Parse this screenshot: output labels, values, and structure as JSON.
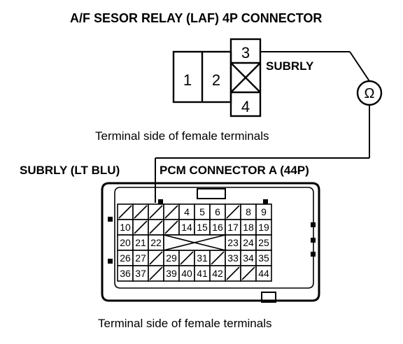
{
  "title": "A/F SESOR RELAY (LAF) 4P CONNECTOR",
  "laf_connector": {
    "pins": [
      "1",
      "2",
      "3",
      "4"
    ],
    "probe_label": "SUBRLY",
    "caption": "Terminal side of female terminals"
  },
  "meter": {
    "symbol": "Ω"
  },
  "pcm_connector": {
    "wire_label": "SUBRLY (LT BLU)",
    "title": "PCM CONNECTOR A (44P)",
    "caption": "Terminal side of female terminals",
    "rows": [
      [
        "",
        "",
        "",
        "",
        "4",
        "5",
        "6",
        "",
        "8",
        "9"
      ],
      [
        "10",
        "",
        "",
        "",
        "14",
        "15",
        "16",
        "17",
        "18",
        "19"
      ],
      [
        "20",
        "21",
        "22",
        "",
        "",
        "",
        "",
        "23",
        "24",
        "25"
      ],
      [
        "26",
        "27",
        "",
        "29",
        "",
        "31",
        "",
        "33",
        "34",
        "35"
      ],
      [
        "36",
        "37",
        "",
        "39",
        "40",
        "41",
        "42",
        "",
        "",
        "44"
      ]
    ]
  }
}
